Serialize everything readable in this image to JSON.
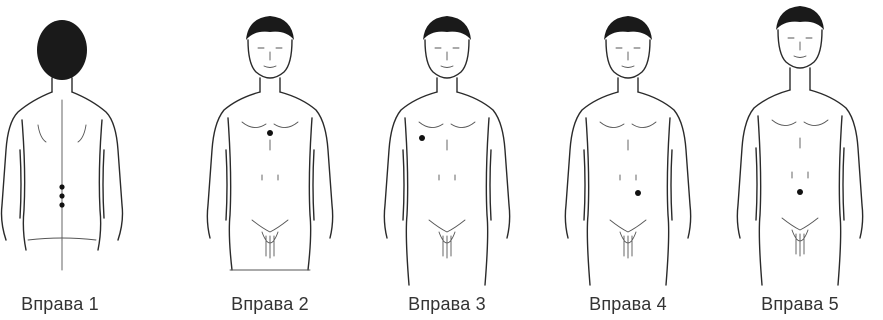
{
  "colors": {
    "line": "#2a2a2a",
    "hair": "#1a1a1a",
    "point": "#111111",
    "caption": "#333333"
  },
  "figures": [
    {
      "caption": "Вправа 1",
      "view": "back",
      "icon": "back-view-body-icon"
    },
    {
      "caption": "Вправа 2",
      "view": "front",
      "icon": "front-view-body-icon"
    },
    {
      "caption": "Вправа 3",
      "view": "front",
      "icon": "front-view-body-icon"
    },
    {
      "caption": "Вправа 4",
      "view": "front",
      "icon": "front-view-body-icon"
    },
    {
      "caption": "Вправа 5",
      "view": "front",
      "icon": "front-view-body-icon"
    }
  ]
}
